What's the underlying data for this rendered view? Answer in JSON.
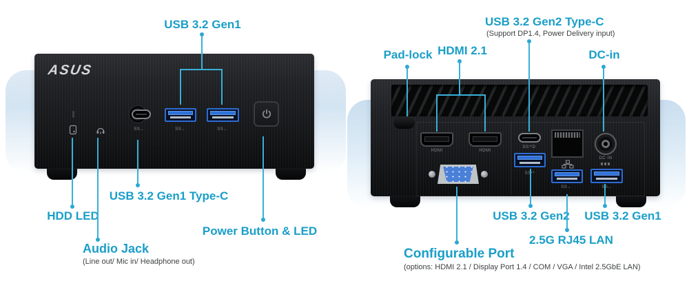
{
  "colors": {
    "accent_text": "#1a9ec8",
    "accent_line": "#3ab0d8",
    "note_text": "#3e4043",
    "usb_blue": "#2e6cd2",
    "vga_blue": "#4a80d8"
  },
  "front": {
    "brand": "ASUS",
    "callouts": {
      "usb_gen1": "USB 3.2 Gen1",
      "hdd_led": "HDD LED",
      "audio_jack": "Audio Jack",
      "audio_jack_note": "(Line out/ Mic in/ Headphone out)",
      "usb_typec": "USB 3.2 Gen1 Type-C",
      "power": "Power Button & LED"
    },
    "port_markings": {
      "usb_c": "SS←",
      "usb_a1": "SS←",
      "usb_a2": "SS←"
    },
    "icons": [
      "hdd-drive-icon",
      "headset-icon",
      "power-icon"
    ]
  },
  "back": {
    "callouts": {
      "usb_typec": "USB 3.2 Gen2 Type-C",
      "usb_typec_note": "(Support DP1.4, Power Delivery input)",
      "pad_lock": "Pad-lock",
      "hdmi": "HDMI 2.1",
      "dc_in": "DC-in",
      "usb_gen2": "USB 3.2 Gen2",
      "usb_gen1": "USB 3.2 Gen1",
      "lan": "2.5G RJ45 LAN",
      "configurable": "Configurable Port",
      "configurable_note": "(options: HDMI 2.1 / Display Port 1.4 / COM / VGA / Intel 2.5GbE LAN)"
    },
    "port_markings": {
      "hdmi1": "HDMI",
      "hdmi2": "HDMI",
      "usb_c": "SS¹⁰D",
      "usb_a_gen2": "SS¹⁰",
      "usb_a1": "SS←",
      "usb_a2": "SS←",
      "dc_in": "DC IN"
    },
    "icons": [
      "network-nodes-icon"
    ]
  }
}
